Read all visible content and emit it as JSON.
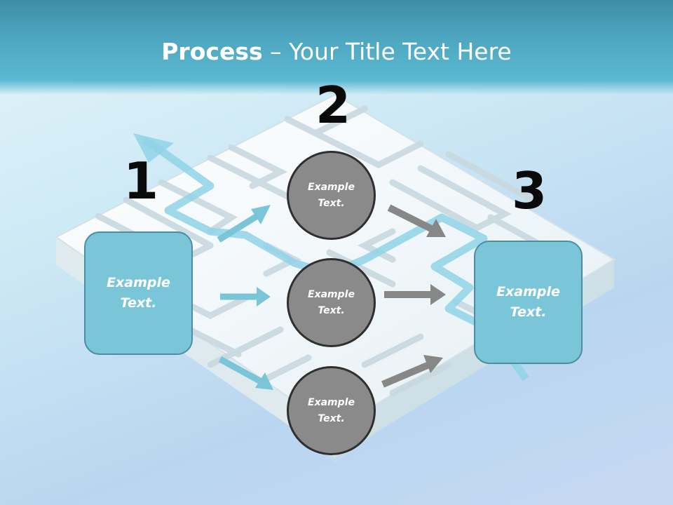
{
  "title": {
    "bold": "Process",
    "rest": " – Your Title Text Here"
  },
  "steps": [
    "1",
    "2",
    "3"
  ],
  "left_box": {
    "text": "Example Text."
  },
  "right_box": {
    "text": "Example Text."
  },
  "circles": [
    {
      "text": "Example Text."
    },
    {
      "text": "Example Text."
    },
    {
      "text": "Example Text."
    }
  ],
  "colors": {
    "title_band": "#4fa8c2",
    "box_fill": "#7ac6d8",
    "box_border": "#4b8ea3",
    "circle_fill": "#8a8a8a",
    "circle_border": "#2f2f2f",
    "arrow_blue": "#7ac6d8",
    "arrow_gray": "#888888"
  }
}
